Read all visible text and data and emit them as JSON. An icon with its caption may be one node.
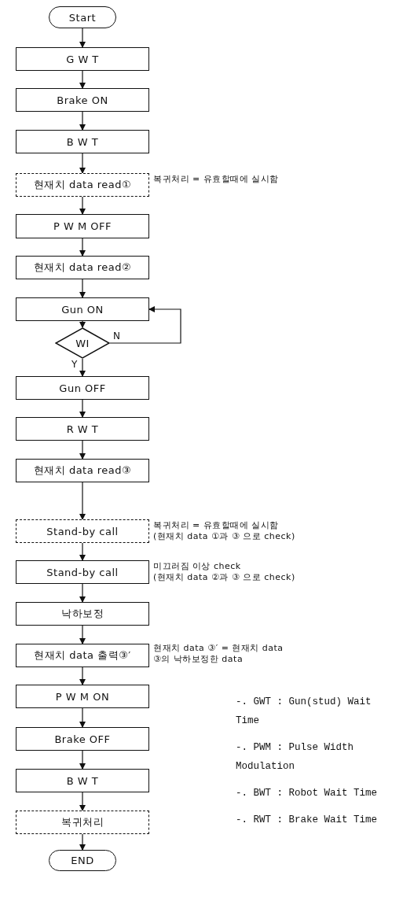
{
  "diagram": {
    "nodes": [
      {
        "text": [
          "Start"
        ]
      },
      {
        "text": [
          "G W T"
        ]
      },
      {
        "text": [
          "Brake ON"
        ]
      },
      {
        "text": [
          "B W T"
        ]
      },
      {
        "text": [
          "현재치 data read①"
        ],
        "beside": [
          "복귀처리 = 유효할때에 실시함"
        ]
      },
      {
        "text": [
          "P W M OFF"
        ]
      },
      {
        "text": [
          "현재치 data read②"
        ]
      },
      {
        "text": [
          "Gun ON"
        ]
      },
      {
        "text": [
          "WI"
        ]
      },
      {
        "text": [
          "Gun OFF"
        ]
      },
      {
        "text": [
          "R W T"
        ]
      },
      {
        "text": [
          "현재치 data read③"
        ]
      },
      {
        "text": [
          "Stand-by call"
        ],
        "beside": [
          "복귀처리 = 유효할때에 실시함",
          "(현재치 data ①과 ③ 으로 check)"
        ]
      },
      {
        "text": [
          "Stand-by call"
        ],
        "beside": [
          "미끄러짐 이상 check",
          "(현재치 data ②과 ③ 으로 check)"
        ]
      },
      {
        "text": [
          "낙하보정"
        ]
      },
      {
        "text": [
          "현재치 data 출력③′"
        ],
        "beside": [
          "현재치 data ③′ = 현재치 data",
          "③의 낙하보정한 data"
        ]
      },
      {
        "text": [
          "P W M ON"
        ]
      },
      {
        "text": [
          "Brake OFF"
        ]
      },
      {
        "text": [
          "B W T"
        ]
      },
      {
        "text": [
          "복귀처리"
        ]
      },
      {
        "text": [
          "END"
        ]
      }
    ],
    "edges": [
      {
        "from": 0,
        "to": 1,
        "arrow": "to"
      },
      {
        "from": 1,
        "to": 2,
        "arrow": "to"
      },
      {
        "from": 2,
        "to": 3,
        "arrow": "to"
      },
      {
        "from": 3,
        "to": 4,
        "arrow": "to"
      },
      {
        "from": 4,
        "to": 5,
        "arrow": "to"
      },
      {
        "from": 5,
        "to": 6,
        "arrow": "to"
      },
      {
        "from": 6,
        "to": 7,
        "arrow": "to"
      },
      {
        "from": 7,
        "to": 8,
        "arrow": "to"
      },
      {
        "from": 8,
        "to": 7,
        "arrow": "to",
        "label": "N"
      },
      {
        "from": 8,
        "to": 9,
        "arrow": "to",
        "label": "Y"
      },
      {
        "from": 9,
        "to": 10,
        "arrow": "to"
      },
      {
        "from": 10,
        "to": 11,
        "arrow": "to"
      },
      {
        "from": 11,
        "to": 12,
        "arrow": "to"
      },
      {
        "from": 12,
        "to": 13,
        "arrow": "to"
      },
      {
        "from": 13,
        "to": 14,
        "arrow": "to"
      },
      {
        "from": 14,
        "to": 15,
        "arrow": "to"
      },
      {
        "from": 15,
        "to": 16,
        "arrow": "to"
      },
      {
        "from": 16,
        "to": 17,
        "arrow": "to"
      },
      {
        "from": 17,
        "to": 18,
        "arrow": "to"
      },
      {
        "from": 18,
        "to": 19,
        "arrow": "to"
      },
      {
        "from": 19,
        "to": 20,
        "arrow": "to"
      }
    ],
    "labels": [
      "-. GWT : Gun(stud) Wait Time",
      "-. PWM : Pulse Width Modulation",
      "-. BWT : Robot Wait Time",
      "-. RWT : Brake Wait Time"
    ]
  }
}
